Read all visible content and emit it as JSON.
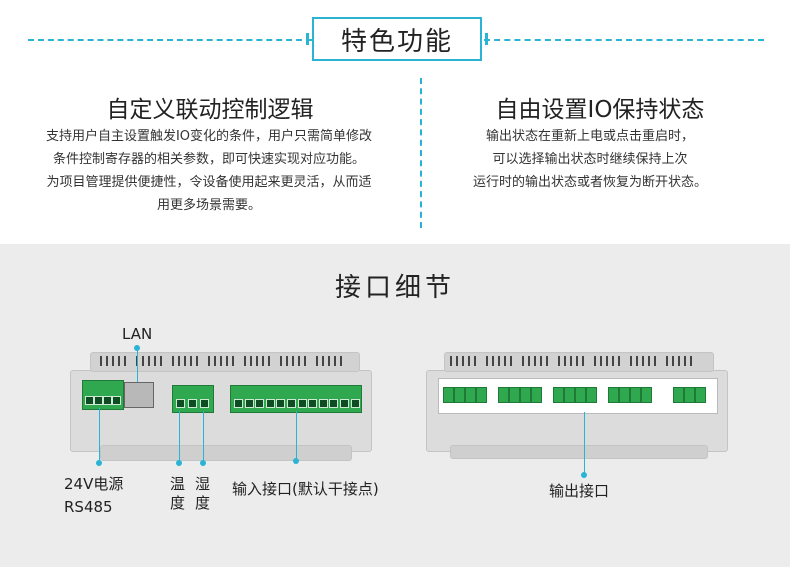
{
  "header": {
    "title": "特色功能"
  },
  "features": {
    "left": {
      "title": "自定义联动控制逻辑",
      "lines": [
        "支持用户自主设置触发IO变化的条件，用户只需简单修改",
        "条件控制寄存器的相关参数，即可快速实现对应功能。",
        "为项目管理提供便捷性，令设备使用起来更灵活，从而适",
        "用更多场景需要。"
      ]
    },
    "right": {
      "title": "自由设置IO保持状态",
      "lines": [
        "输出状态在重新上电或点击重启时，",
        "可以选择输出状态时继续保持上次",
        "运行时的输出状态或者恢复为断开状态。"
      ]
    }
  },
  "interface": {
    "title": "接口细节",
    "labels": {
      "lan": "LAN",
      "power_line1": "24V电源",
      "power_line2": "RS485",
      "temp_1": "温",
      "temp_2": "度",
      "humid_1": "湿",
      "humid_2": "度",
      "input": "输入接口(默认干接点)",
      "output": "输出接口"
    }
  },
  "colors": {
    "accent": "#2bb3d6",
    "terminal": "#2fa84f",
    "panel_bg": "#ececec"
  }
}
